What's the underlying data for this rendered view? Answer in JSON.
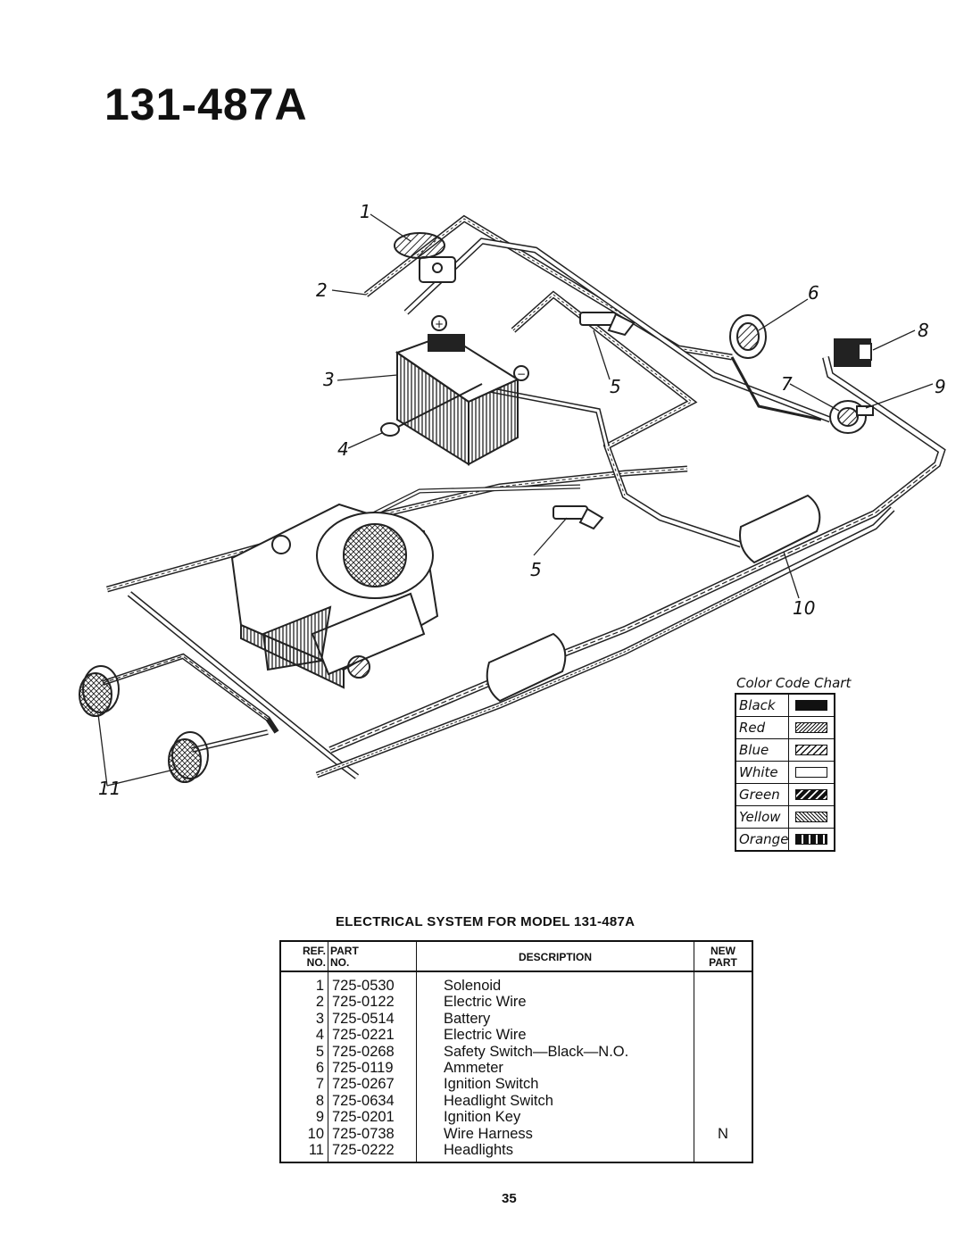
{
  "page": {
    "model_number": "131-487A",
    "page_number": "35"
  },
  "diagram": {
    "callouts": [
      "1",
      "2",
      "3",
      "4",
      "5",
      "5",
      "6",
      "7",
      "8",
      "9",
      "10",
      "11"
    ],
    "battery_terminals": [
      "+",
      "−"
    ]
  },
  "color_code_chart": {
    "title": "Color Code Chart",
    "entries": [
      {
        "name": "Black",
        "pattern": "solid"
      },
      {
        "name": "Red",
        "pattern": "fine-hatch"
      },
      {
        "name": "Blue",
        "pattern": "hatch"
      },
      {
        "name": "White",
        "pattern": "empty"
      },
      {
        "name": "Green",
        "pattern": "heavy-hatch"
      },
      {
        "name": "Yellow",
        "pattern": "crosshatch"
      },
      {
        "name": "Orange",
        "pattern": "bars"
      }
    ]
  },
  "parts_list": {
    "title": "ELECTRICAL SYSTEM FOR MODEL 131-487A",
    "headers": {
      "ref": [
        "REF.",
        "NO."
      ],
      "part": [
        "PART",
        "NO."
      ],
      "description": "DESCRIPTION",
      "new": [
        "NEW",
        "PART"
      ]
    },
    "rows": [
      {
        "ref": "1",
        "part": "725-0530",
        "description": "Solenoid",
        "new": ""
      },
      {
        "ref": "2",
        "part": "725-0122",
        "description": "Electric Wire",
        "new": ""
      },
      {
        "ref": "3",
        "part": "725-0514",
        "description": "Battery",
        "new": ""
      },
      {
        "ref": "4",
        "part": "725-0221",
        "description": "Electric Wire",
        "new": ""
      },
      {
        "ref": "5",
        "part": "725-0268",
        "description": "Safety Switch—Black—N.O.",
        "new": ""
      },
      {
        "ref": "6",
        "part": "725-0119",
        "description": "Ammeter",
        "new": ""
      },
      {
        "ref": "7",
        "part": "725-0267",
        "description": "Ignition Switch",
        "new": ""
      },
      {
        "ref": "8",
        "part": "725-0634",
        "description": "Headlight Switch",
        "new": ""
      },
      {
        "ref": "9",
        "part": "725-0201",
        "description": "Ignition Key",
        "new": ""
      },
      {
        "ref": "10",
        "part": "725-0738",
        "description": "Wire Harness",
        "new": "N"
      },
      {
        "ref": "11",
        "part": "725-0222",
        "description": "Headlights",
        "new": ""
      }
    ]
  }
}
